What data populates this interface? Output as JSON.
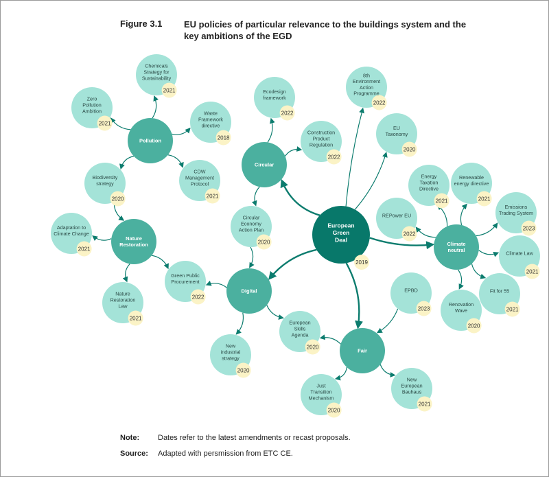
{
  "figure": {
    "number": "Figure 3.1",
    "title": "EU policies of particular relevance to the buildings system and the key ambitions of the EGD"
  },
  "colors": {
    "center": "#08786a",
    "hub": "#4bb09f",
    "leaf": "#a4e3d8",
    "badge": "#fbf3c6",
    "line": "#0c7c6e"
  },
  "center": {
    "label": [
      "European",
      "Green",
      "Deal"
    ],
    "year": "2019"
  },
  "hubs": [
    {
      "id": "pollution",
      "label": [
        "Pollution"
      ]
    },
    {
      "id": "circular",
      "label": [
        "Circular"
      ]
    },
    {
      "id": "nature",
      "label": [
        "Nature",
        "Restoration"
      ]
    },
    {
      "id": "digital",
      "label": [
        "Digital"
      ]
    },
    {
      "id": "fair",
      "label": [
        "Fair"
      ]
    },
    {
      "id": "climate",
      "label": [
        "Climate",
        "neutral"
      ]
    }
  ],
  "leaves": [
    {
      "id": "chemicals",
      "label": [
        "Chemicals",
        "Strategy for",
        "Sustainability"
      ],
      "year": "2021"
    },
    {
      "id": "zero-pollution",
      "label": [
        "Zero",
        "Pollution",
        "Ambition"
      ],
      "year": "2021"
    },
    {
      "id": "waste-framework",
      "label": [
        "Waste",
        "Framework",
        "directive"
      ],
      "year": "2018"
    },
    {
      "id": "cdw-protocol",
      "label": [
        "CDW",
        "Management",
        "Protocol"
      ],
      "year": "2021"
    },
    {
      "id": "ecodesign",
      "label": [
        "Ecodesign",
        "framework"
      ],
      "year": "2022"
    },
    {
      "id": "env-action",
      "label": [
        "8th",
        "Environment",
        "Action",
        "Programme"
      ],
      "year": "2022"
    },
    {
      "id": "construction-product",
      "label": [
        "Construction",
        "Product",
        "Regulation"
      ],
      "year": "2022"
    },
    {
      "id": "eu-taxonomy",
      "label": [
        "EU",
        "Taxonomy"
      ],
      "year": "2020"
    },
    {
      "id": "biodiversity",
      "label": [
        "Biodiversity",
        "strategy"
      ],
      "year": "2020"
    },
    {
      "id": "adaptation",
      "label": [
        "Adaptation to",
        "Climate Change"
      ],
      "year": "2021"
    },
    {
      "id": "restoration-law",
      "label": [
        "Nature",
        "Restoration",
        "Law"
      ],
      "year": "2021"
    },
    {
      "id": "circular-action",
      "label": [
        "Circular",
        "Economy",
        "Action Plan"
      ],
      "year": "2020"
    },
    {
      "id": "green-procurement",
      "label": [
        "Green Public",
        "Procurement"
      ],
      "year": "2022"
    },
    {
      "id": "industrial-strategy",
      "label": [
        "New",
        "industrial",
        "strategy"
      ],
      "year": "2020"
    },
    {
      "id": "skills-agenda",
      "label": [
        "European",
        "Skills",
        "Agenda"
      ],
      "year": "2020"
    },
    {
      "id": "just-transition",
      "label": [
        "Just",
        "Transition",
        "Mechanism"
      ],
      "year": "2020"
    },
    {
      "id": "bauhaus",
      "label": [
        "New",
        "European",
        "Bauhaus"
      ],
      "year": "2021"
    },
    {
      "id": "energy-taxation",
      "label": [
        "Energy",
        "Taxation",
        "Directive"
      ],
      "year": "2021"
    },
    {
      "id": "renewable",
      "label": [
        "Renewable",
        "energy directive"
      ],
      "year": "2021"
    },
    {
      "id": "emissions-trading",
      "label": [
        "Emissions",
        "Trading System"
      ],
      "year": "2023"
    },
    {
      "id": "repower",
      "label": [
        "REPower EU"
      ],
      "year": "2022"
    },
    {
      "id": "climate-law",
      "label": [
        "Climate Law"
      ],
      "year": "2021"
    },
    {
      "id": "epbd",
      "label": [
        "EPBD"
      ],
      "year": "2023"
    },
    {
      "id": "renovation-wave",
      "label": [
        "Renovation",
        "Wave"
      ],
      "year": "2020"
    },
    {
      "id": "fit-for-55",
      "label": [
        "Fit for 55"
      ],
      "year": "2021"
    }
  ],
  "note": {
    "label": "Note:",
    "text": "Dates refer to the latest amendments or recast proposals."
  },
  "source": {
    "label": "Source:",
    "text": "Adapted with persmission from ETC CE."
  }
}
